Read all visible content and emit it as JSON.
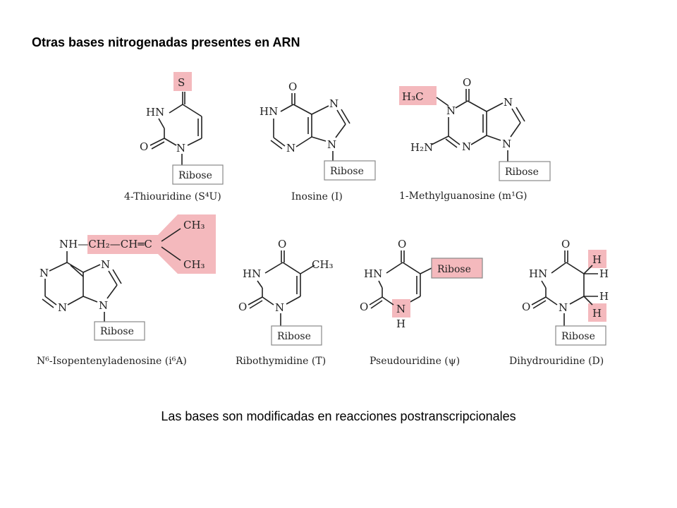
{
  "slide": {
    "title": "Otras bases nitrogenadas presentes en ARN",
    "caption": "Las bases son modificadas en reacciones postranscripcionales"
  },
  "atoms": {
    "ribose": "Ribose",
    "S": "S",
    "O": "O",
    "N": "N",
    "NH": "NH",
    "HN": "HN",
    "H": "H",
    "H3C": "H₃C",
    "CH3": "CH₃",
    "H2N": "H₂N",
    "NH_CH2_CH": "NH—CH₂—CH═C"
  },
  "molecules": [
    {
      "name": "4-Thiouridine (S⁴U)"
    },
    {
      "name": "Inosine (I)"
    },
    {
      "name": "1-Methylguanosine (m¹G)"
    },
    {
      "name": "N⁶-Isopentenyladenosine (i⁶A)"
    },
    {
      "name": "Ribothymidine (T)"
    },
    {
      "name": "Pseudouridine (ψ)"
    },
    {
      "name": "Dihydrouridine (D)"
    }
  ],
  "colors": {
    "highlight": "#f4b9bd",
    "box_border": "#888888"
  }
}
